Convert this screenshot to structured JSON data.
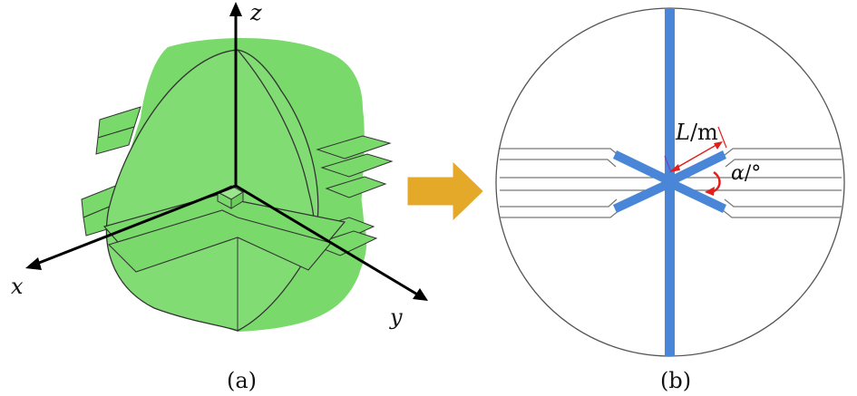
{
  "panel_a": {
    "axis_labels": {
      "x": "x",
      "y": "y",
      "z": "z"
    },
    "caption": "(a)",
    "fill_color": "#79d96b",
    "edge_color": "#333333"
  },
  "arrow": {
    "color": "#e5a92a"
  },
  "panel_b": {
    "caption": "(b)",
    "length_label_var": "L",
    "length_label_unit": "/m",
    "angle_label_var": "α",
    "angle_label_unit": "/°",
    "fracture_color": "#4a86d8",
    "dimension_color": "#e0201c"
  }
}
